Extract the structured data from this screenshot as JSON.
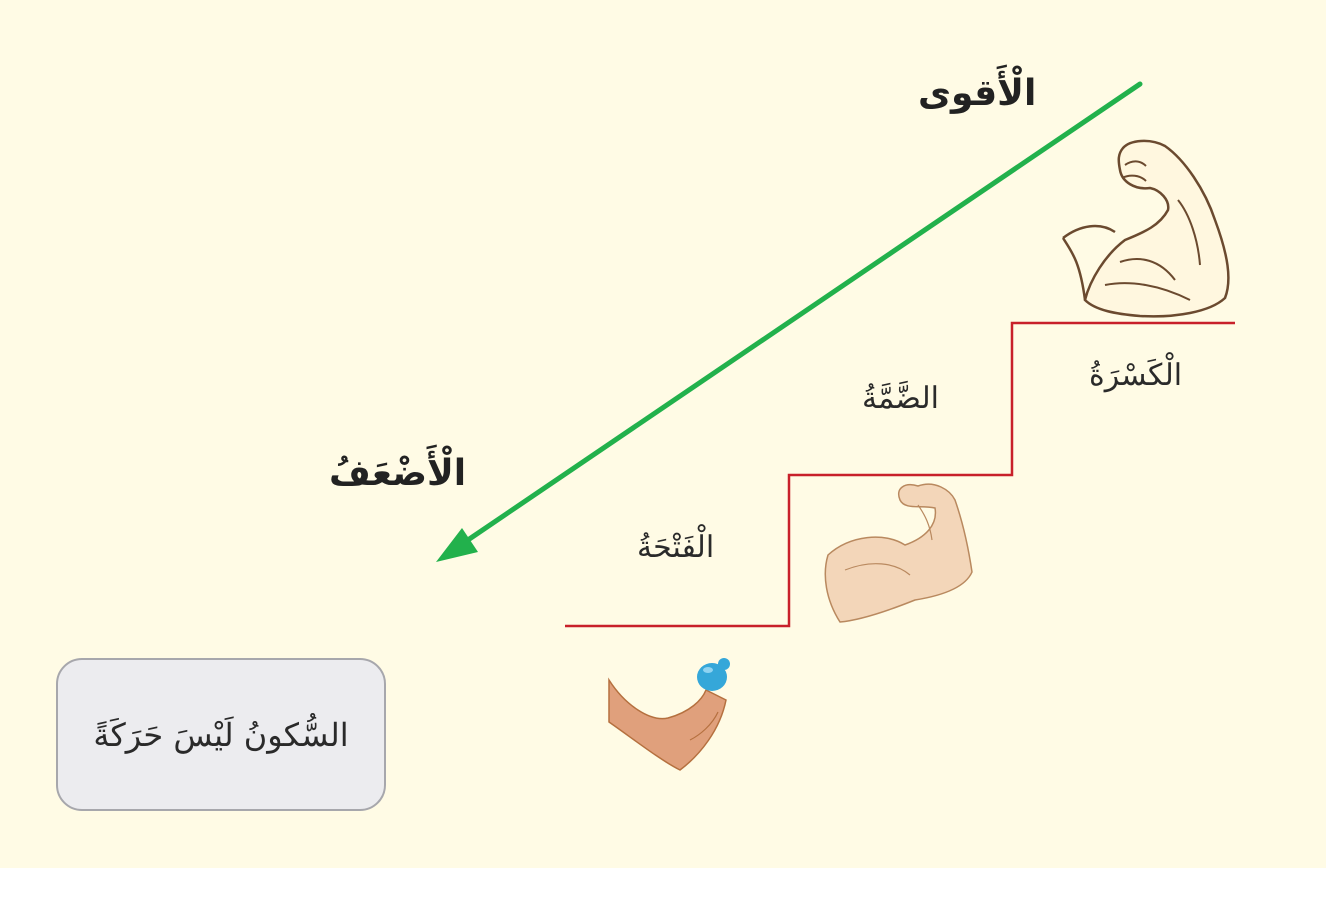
{
  "labels": {
    "strongest": "الْأَقوى",
    "weakest": "الْأَضْعَفُ"
  },
  "steps": [
    {
      "rank": 1,
      "label": "الْفَتْحَةُ",
      "strength_icon": "dumbbell-arm-icon"
    },
    {
      "rank": 2,
      "label": "الضَّمَّةُ",
      "strength_icon": "flexed-arm-icon"
    },
    {
      "rank": 3,
      "label": "الْكَسْرَةُ",
      "strength_icon": "muscular-arm-icon"
    }
  ],
  "note": {
    "text": "السُّكونُ لَيْسَ حَرَكَةً"
  },
  "colors": {
    "background": "#fffbe5",
    "arrow": "#22b14c",
    "stairs": "#c8202a",
    "note_box": "#ececef"
  }
}
